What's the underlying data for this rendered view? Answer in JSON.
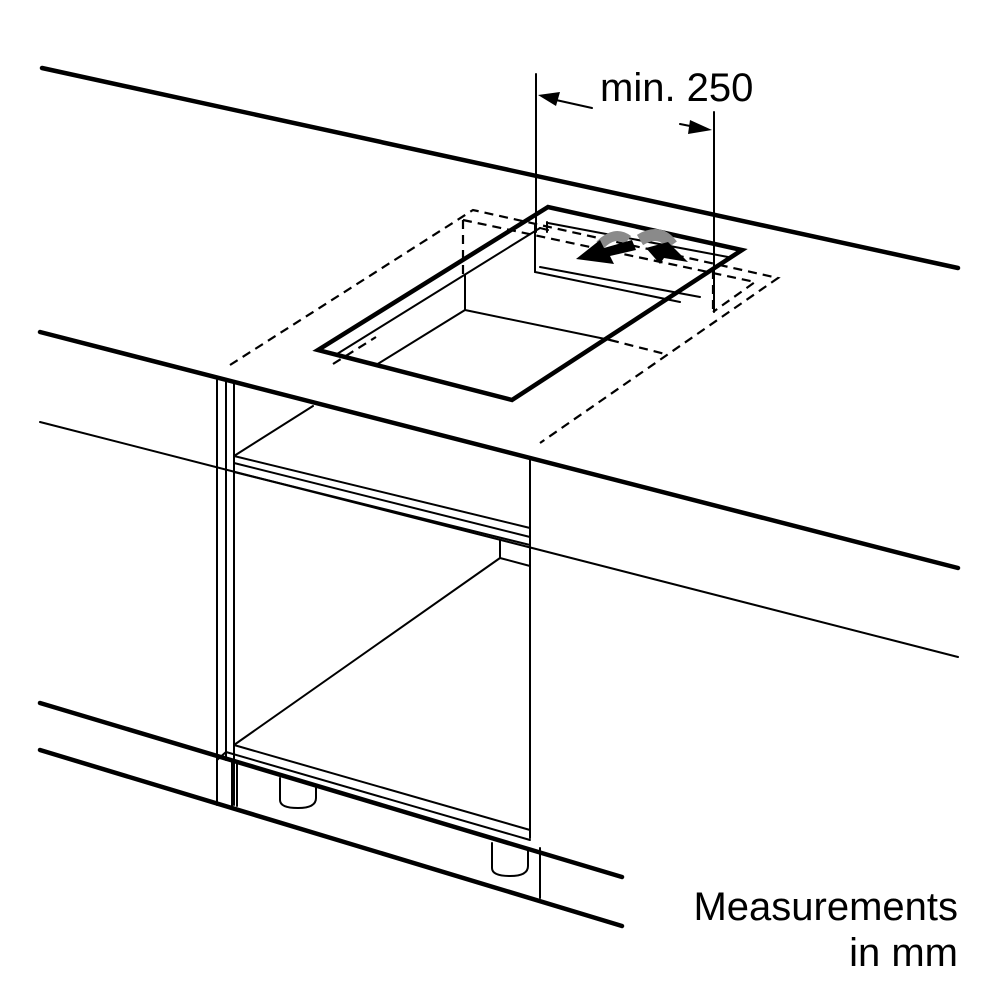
{
  "diagram": {
    "type": "installation-drawing",
    "subject": "built-in hob cutout in worktop above base cabinet with downdraft/venting area",
    "dimension": {
      "label": "min. 250",
      "direction": "horizontal, measured along back edge of cutout"
    },
    "note": {
      "line1": "Measurements",
      "line2": "in mm"
    },
    "components": [
      "worktop",
      "hob-cutout",
      "rear-vent-slot",
      "airflow-arrows",
      "base-cabinet",
      "cabinet-shelf",
      "plinth",
      "cabinet-feet",
      "hob-outline-dashed"
    ],
    "colors": {
      "line": "#000000",
      "background": "#ffffff",
      "arrow_shade": "#8a8a8a"
    }
  }
}
